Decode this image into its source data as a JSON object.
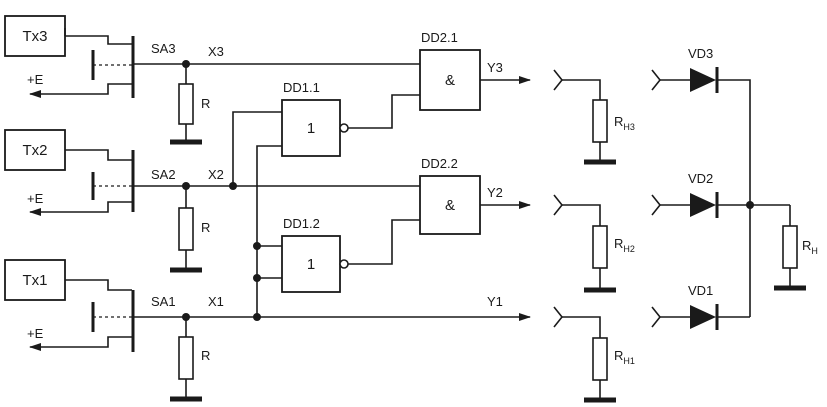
{
  "sensors": {
    "tx3": "Tx3",
    "tx2": "Tx2",
    "tx1": "Tx1"
  },
  "switches": {
    "sa3": "SA3",
    "sa2": "SA2",
    "sa1": "SA1"
  },
  "power": {
    "pe3": "+E",
    "pe2": "+E",
    "pe1": "+E"
  },
  "nets": {
    "x3": "X3",
    "x2": "X2",
    "x1": "X1",
    "y3": "Y3",
    "y2": "Y2",
    "y1": "Y1"
  },
  "pulldown": {
    "r3": "R",
    "r2": "R",
    "r1": "R"
  },
  "gates": {
    "dd21": "DD2.1",
    "dd21_sym": "&",
    "dd11": "DD1.1",
    "dd11_sym": "1",
    "dd22": "DD2.2",
    "dd22_sym": "&",
    "dd12": "DD1.2",
    "dd12_sym": "1"
  },
  "loads": {
    "rh3": "R",
    "rh3_sub": "H3",
    "rh2": "R",
    "rh2_sub": "H2",
    "rh1": "R",
    "rh1_sub": "H1",
    "rh": "R",
    "rh_sub": "H"
  },
  "diodes": {
    "vd3": "VD3",
    "vd2": "VD2",
    "vd1": "VD1"
  }
}
